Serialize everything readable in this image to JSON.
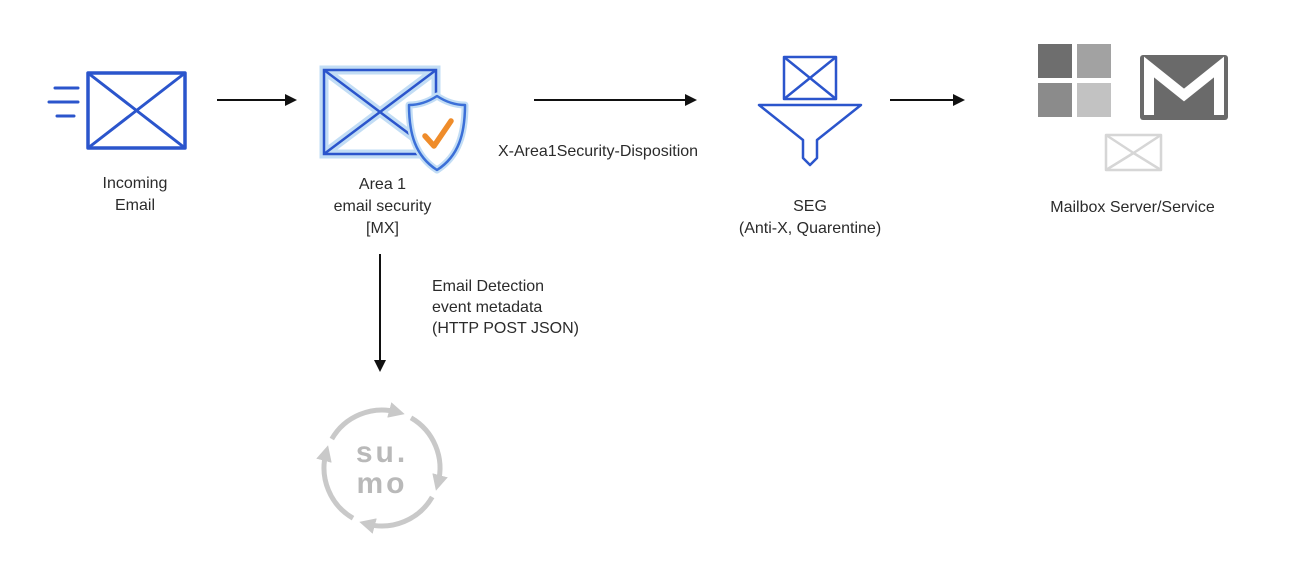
{
  "diagram": {
    "incoming": {
      "line1": "Incoming",
      "line2": "Email"
    },
    "area1": {
      "line1": "Area 1",
      "line2": "email security",
      "line3": "[MX]"
    },
    "seg": {
      "line1": "SEG",
      "line2": "(Anti-X, Quarentine)"
    },
    "mailbox": {
      "label": "Mailbox Server/Service"
    },
    "edge_disposition": {
      "label": "X-Area1Security-Disposition"
    },
    "edge_metadata": {
      "line1": "Email Detection",
      "line2": "event metadata",
      "line3": "(HTTP POST JSON)"
    },
    "sumo": {
      "line1": "su.",
      "line2": "mo"
    },
    "icons": {
      "incoming": "envelope-outline-icon",
      "speed": "speed-lines-icon",
      "area1": "envelope-shield-check-icon",
      "seg": "envelope-funnel-filter-icon",
      "microsoft": "microsoft-squares-logo",
      "gmail": "gmail-envelope-icon",
      "small_envelope": "small-envelope-outline-icon",
      "sumo": "sumo-logic-circular-arrows-logo"
    },
    "colors": {
      "blue": "#2b55cc",
      "light_blue": "#c2ddf5",
      "orange": "#ef8c2a",
      "arrow_black": "#111111",
      "ms_dark": "#6e6e6e",
      "ms_mid1": "#a2a2a2",
      "ms_mid2": "#8b8b8b",
      "ms_light": "#c2c2c2",
      "gmail_gray": "#6a6a6a",
      "sumo_gray": "#c9c9c9",
      "text": "#2b2b2b"
    }
  }
}
